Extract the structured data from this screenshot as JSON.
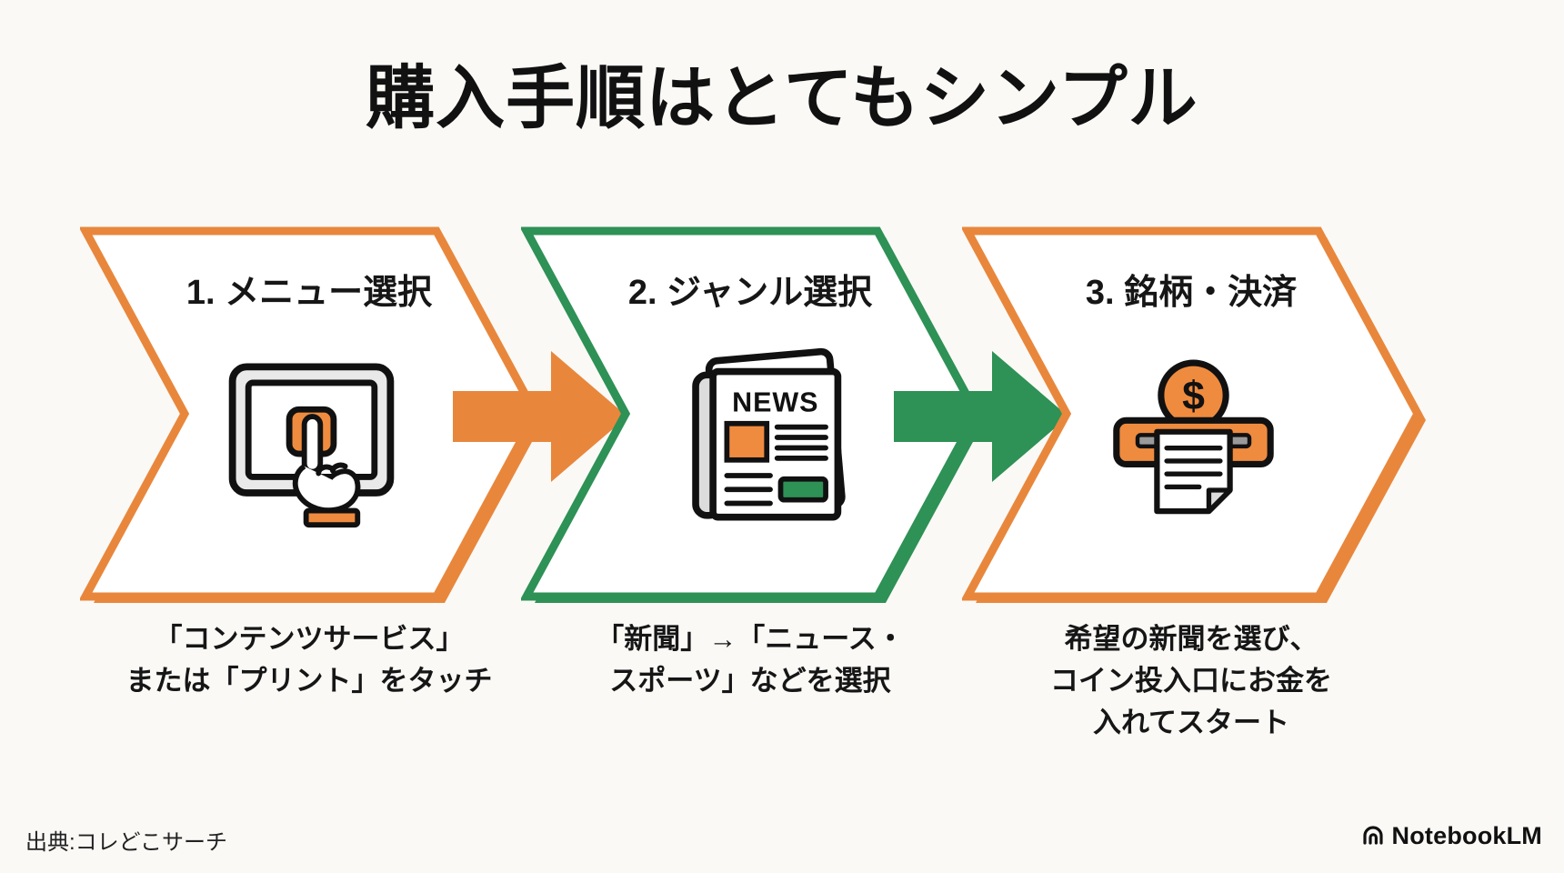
{
  "page": {
    "title": "購入手順はとてもシンプル",
    "background": "#FAF9F6"
  },
  "colors": {
    "orange": "#E8873C",
    "green": "#2E9155",
    "icon_orange": "#EF8B3F",
    "ink": "#1B1B1B",
    "light_gray": "#DCDCDC",
    "slot_gray": "#9A9A9A",
    "white": "#FFFFFF"
  },
  "steps": [
    {
      "label": "1. メニュー選択",
      "description": "「コンテンツサービス」\nまたは「プリント」をタッチ",
      "icon": "touch-screen-icon",
      "accent": "#E8873C"
    },
    {
      "label": "2. ジャンル選択",
      "description": "「新聞」→「ニュース・\nスポーツ」などを選択",
      "icon": "newspaper-icon",
      "icon_label": "NEWS",
      "accent": "#2E9155"
    },
    {
      "label": "3. 銘柄・決済",
      "description": "希望の新聞を選び、\nコイン投入口にお金を\n入れてスタート",
      "icon": "coin-payment-icon",
      "icon_label": "$",
      "accent": "#E8873C"
    }
  ],
  "connectors": [
    {
      "direction": "right",
      "color": "#E8873C"
    },
    {
      "direction": "right",
      "color": "#2E9155"
    }
  ],
  "footer": {
    "source": "出典:コレどこサーチ",
    "brand": "NotebookLM"
  }
}
